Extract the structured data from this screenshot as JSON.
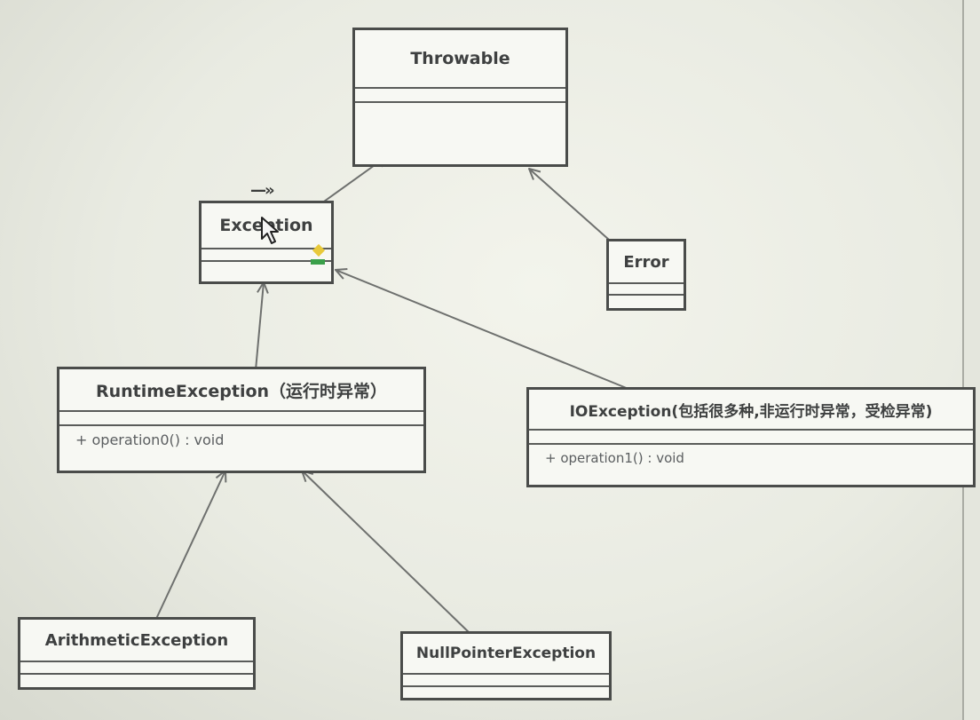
{
  "diagram": {
    "classes": {
      "throwable": {
        "name": "Throwable",
        "operation": ""
      },
      "exception": {
        "name": "Exception",
        "operation": ""
      },
      "error": {
        "name": "Error",
        "operation": ""
      },
      "runtime": {
        "name": "RuntimeException（运行时异常）",
        "operation": "+ operation0() : void"
      },
      "ioexception": {
        "name": "IOException(包括很多种,非运行时异常，受检异常)",
        "operation": "+ operation1() : void"
      },
      "arithmetic": {
        "name": "ArithmeticException",
        "operation": ""
      },
      "nullpointer": {
        "name": "NullPointerException",
        "operation": ""
      }
    },
    "generalizations": [
      {
        "from": "Exception",
        "to": "Throwable"
      },
      {
        "from": "Error",
        "to": "Throwable"
      },
      {
        "from": "RuntimeException（运行时异常）",
        "to": "Exception"
      },
      {
        "from": "IOException(包括很多种,非运行时异常，受检异常)",
        "to": "Exception"
      },
      {
        "from": "ArithmeticException",
        "to": "RuntimeException（运行时异常）"
      },
      {
        "from": "NullPointerException",
        "to": "RuntimeException（运行时异常）"
      }
    ],
    "toolbar_mark": "—»",
    "colors": {
      "line": "#6e706e",
      "border": "#4a4c4a",
      "background": "#eef0e8",
      "handle_yellow": "#e8c93a",
      "handle_green": "#3aa04a"
    }
  }
}
